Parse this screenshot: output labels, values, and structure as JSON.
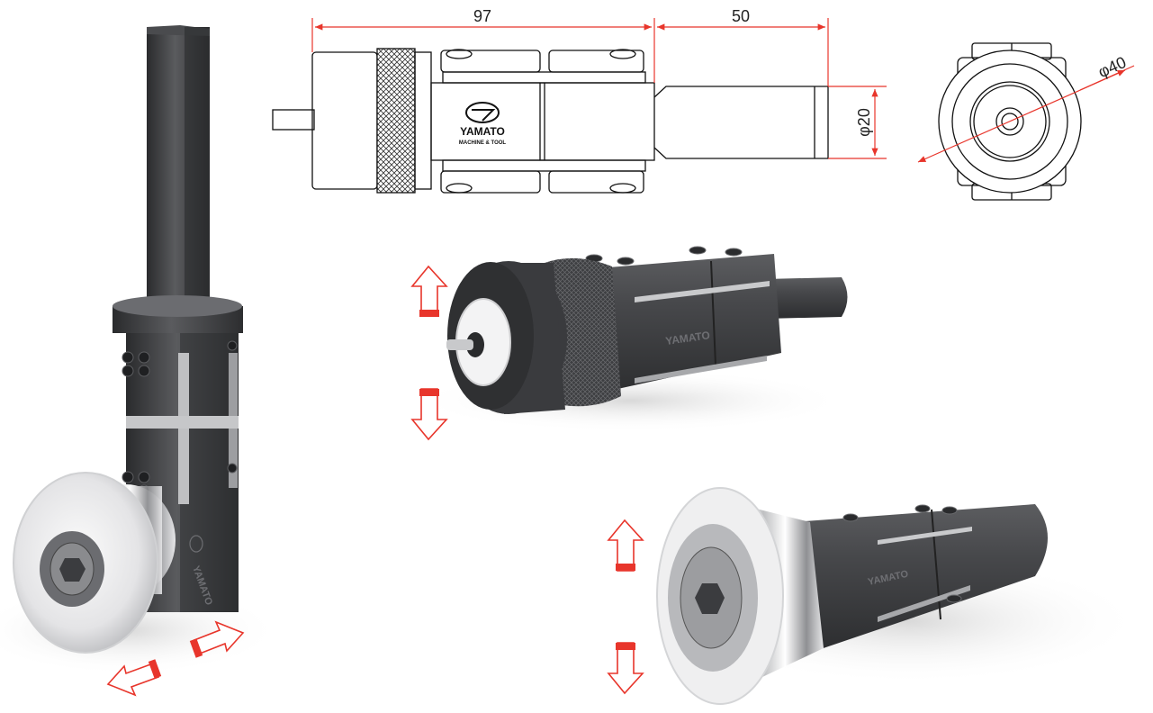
{
  "drawing": {
    "dim_length": "97",
    "dim_shank_length": "50",
    "dim_shank_diameter": "φ20",
    "dim_outer_diameter": "φ40",
    "brand": "YAMATO",
    "brand_subtitle": "MACHINE & TOOL"
  },
  "renders": {
    "vertical_brand": "YAMATO",
    "middle_brand": "YAMATO",
    "bottom_brand": "YAMATO"
  },
  "colors": {
    "dimension_line": "#e8352b",
    "arrow_outline": "#e8352b",
    "body_dark": "#3a3b3d",
    "chrome": "#d9dadc"
  },
  "icons": [
    "arrow-up-icon",
    "arrow-down-icon",
    "arrow-left-icon",
    "arrow-right-icon",
    "hex-socket-icon"
  ]
}
